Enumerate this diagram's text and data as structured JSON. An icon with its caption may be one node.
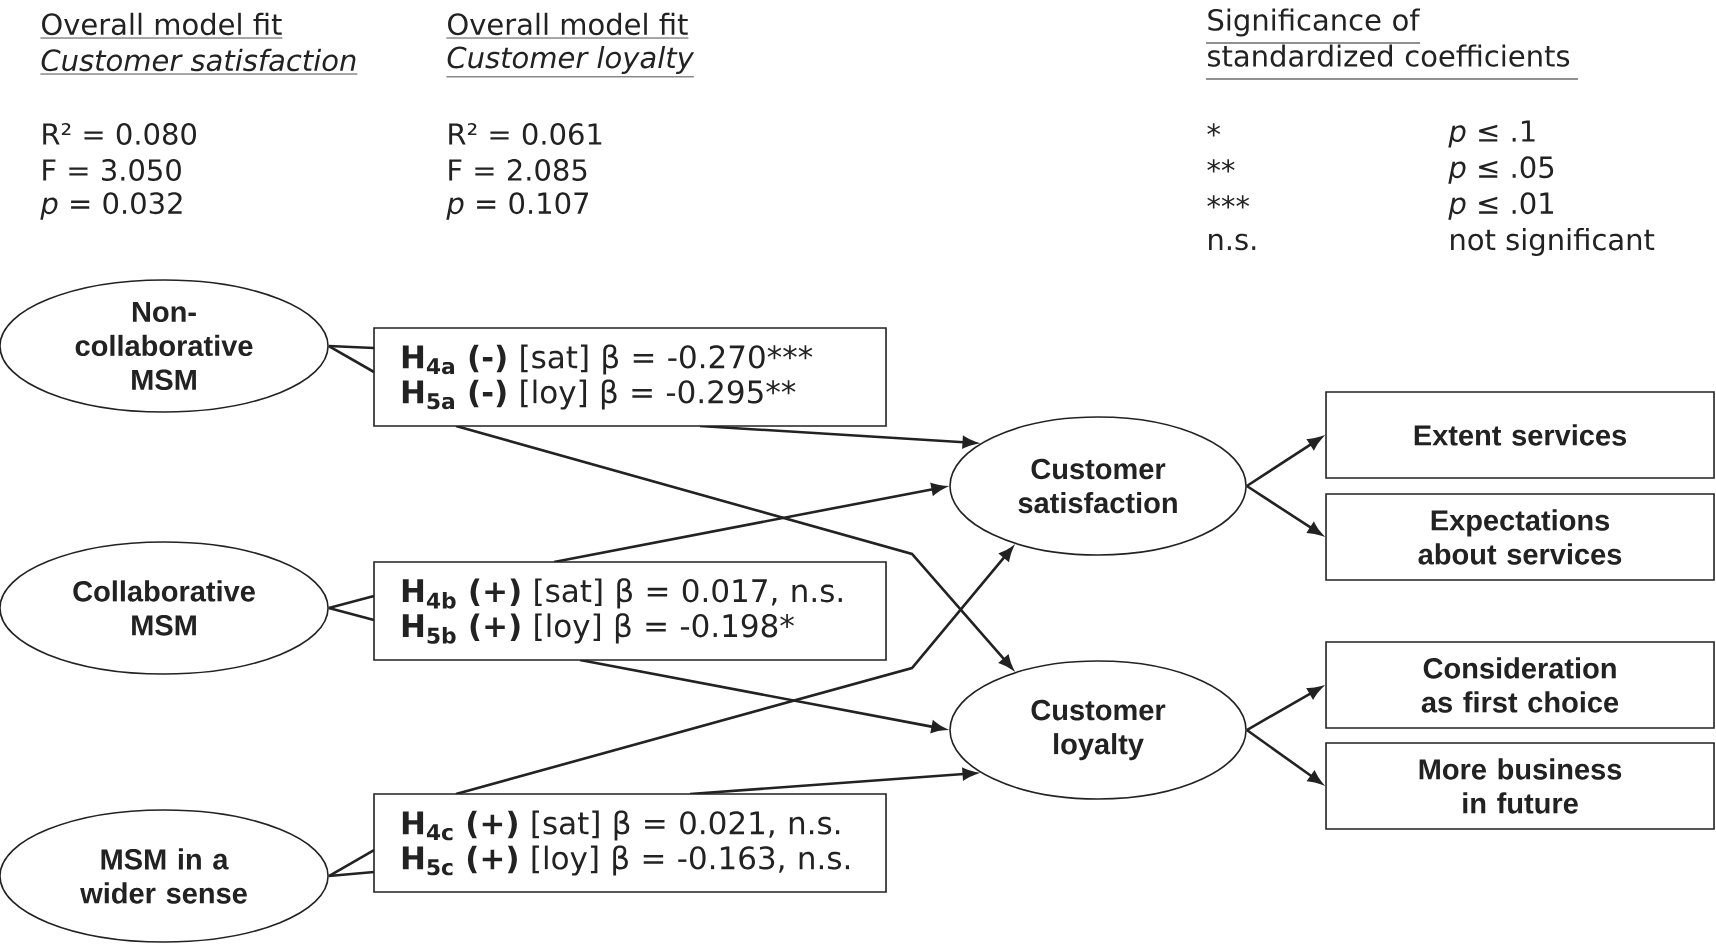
{
  "diagram": {
    "nodes": [
      {
        "text": [
          "Non-collaborative MSM"
        ]
      },
      {
        "text": [
          "Collaborative MSM"
        ]
      },
      {
        "text": [
          "MSM in a wider sense"
        ]
      },
      {
        "text": [
          "H$_{4a}$ (-)",
          "[sat] β = -0.270***",
          "H$_{5a}$ (-)",
          "[loy] β = -0.295**"
        ]
      },
      {
        "text": [
          "H$_{4b}$ (+)",
          "[sat] β = 0.017, n.s.",
          "H$_{5b}$ (+)",
          "[loy] β = -0.198*"
        ]
      },
      {
        "text": [
          "H$_{4c}$ (+)",
          "[sat] β = 0.021, n.s.",
          "H$_{5c}$ (+)",
          "[loy] β = -0.163, n.s."
        ]
      },
      {
        "text": [
          "Customer satisfaction"
        ]
      },
      {
        "text": [
          "Customer loyalty"
        ]
      },
      {
        "text": [
          "Extent services"
        ]
      },
      {
        "text": [
          "Expectations about services"
        ]
      },
      {
        "text": [
          "Consideration as first choice"
        ]
      },
      {
        "text": [
          "More business in future"
        ]
      }
    ],
    "edges": [
      {
        "from": 0,
        "to": 3,
        "arrow": "none"
      },
      {
        "from": 0,
        "to": 3,
        "arrow": "none"
      },
      {
        "from": 1,
        "to": 4,
        "arrow": "none"
      },
      {
        "from": 1,
        "to": 4,
        "arrow": "none"
      },
      {
        "from": 2,
        "to": 5,
        "arrow": "none"
      },
      {
        "from": 2,
        "to": 5,
        "arrow": "none"
      },
      {
        "from": 3,
        "to": 6,
        "arrow": "to"
      },
      {
        "from": 3,
        "to": 7,
        "arrow": "to"
      },
      {
        "from": 4,
        "to": 6,
        "arrow": "to"
      },
      {
        "from": 4,
        "to": 7,
        "arrow": "to"
      },
      {
        "from": 5,
        "to": 6,
        "arrow": "to"
      },
      {
        "from": 5,
        "to": 7,
        "arrow": "to"
      },
      {
        "from": 6,
        "to": 8,
        "arrow": "to"
      },
      {
        "from": 6,
        "to": 9,
        "arrow": "to"
      },
      {
        "from": 7,
        "to": 10,
        "arrow": "to"
      },
      {
        "from": 7,
        "to": 11,
        "arrow": "to"
      }
    ],
    "labels": [
      "Overall model fit",
      "Customer satisfaction",
      "R² = 0.080",
      "F = 3.050",
      "*p* = 0.032",
      "Overall model fit",
      "Customer loyalty",
      "R² = 0.061",
      "F = 2.085",
      "*p* = 0.107",
      "Significance of standardized coefficients",
      "*",
      "*p* ≤ .1",
      "**",
      "*p* ≤ .05",
      "***",
      "*p* ≤ .01",
      "n.s.",
      "not significant"
    ]
  }
}
